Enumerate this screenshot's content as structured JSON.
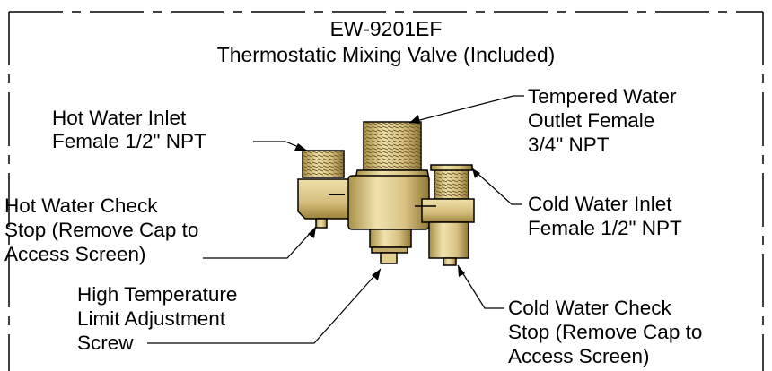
{
  "title": {
    "model": "EW-9201EF",
    "subtitle": "Thermostatic Mixing Valve (Included)"
  },
  "callouts": {
    "hot_inlet": [
      "Hot Water Inlet",
      "Female 1/2\" NPT"
    ],
    "tempered_outlet": [
      "Tempered Water",
      "Outlet Female",
      "3/4\" NPT"
    ],
    "cold_inlet": [
      "Cold Water Inlet",
      "Female 1/2\" NPT"
    ],
    "hot_check": [
      "Hot Water Check",
      "Stop (Remove Cap to",
      "Access Screen)"
    ],
    "high_temp": [
      "High Temperature",
      "Limit Adjustment",
      "Screw"
    ],
    "cold_check": [
      "Cold Water Check",
      "Stop (Remove Cap to",
      "Access Screen)"
    ]
  },
  "colors": {
    "brass_light": "#e8d8a0",
    "brass_mid": "#c9b06a",
    "brass_dark": "#8a7230",
    "outline": "#000000"
  }
}
